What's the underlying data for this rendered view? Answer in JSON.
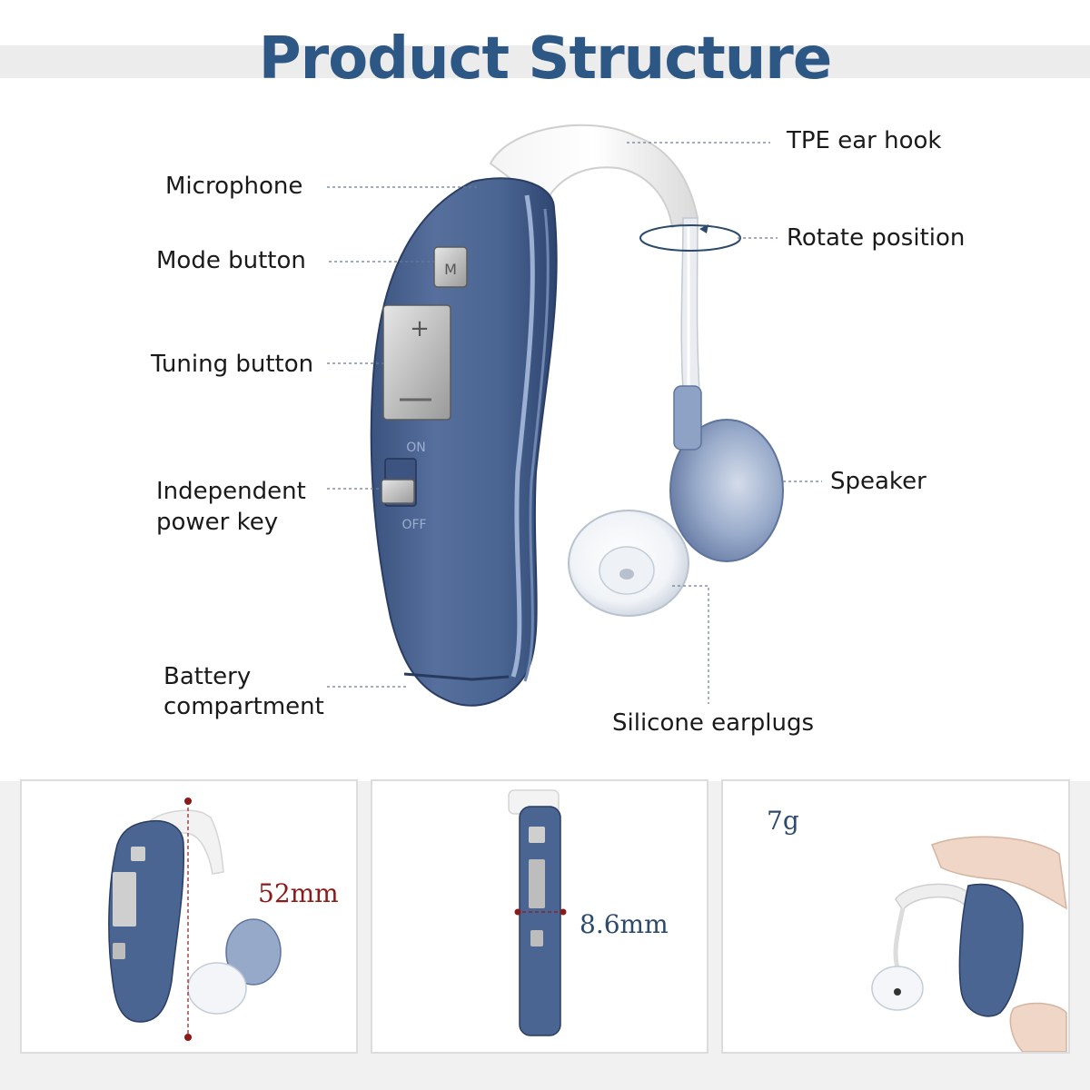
{
  "title": "Product Structure",
  "labels": {
    "microphone": "Microphone",
    "mode_button": "Mode button",
    "tuning_button": "Tuning button",
    "power_key_line1": "Independent",
    "power_key_line2": "power key",
    "battery_line1": "Battery",
    "battery_line2": "compartment",
    "ear_hook": "TPE ear hook",
    "rotate": "Rotate position",
    "speaker": "Speaker",
    "earplugs": "Silicone earplugs"
  },
  "switch_marks": {
    "on": "ON",
    "off": "OFF"
  },
  "panels": [
    {
      "dimension": "52mm",
      "color": "#8b1a1a"
    },
    {
      "dimension": "8.6mm",
      "color": "#2d4a6e"
    },
    {
      "dimension": "7g",
      "color": "#2d4a6e"
    }
  ],
  "colors": {
    "title": "#2d5785",
    "body": "#4a6592",
    "body_light": "#7d95bd",
    "metal": "#8fa3c7"
  }
}
